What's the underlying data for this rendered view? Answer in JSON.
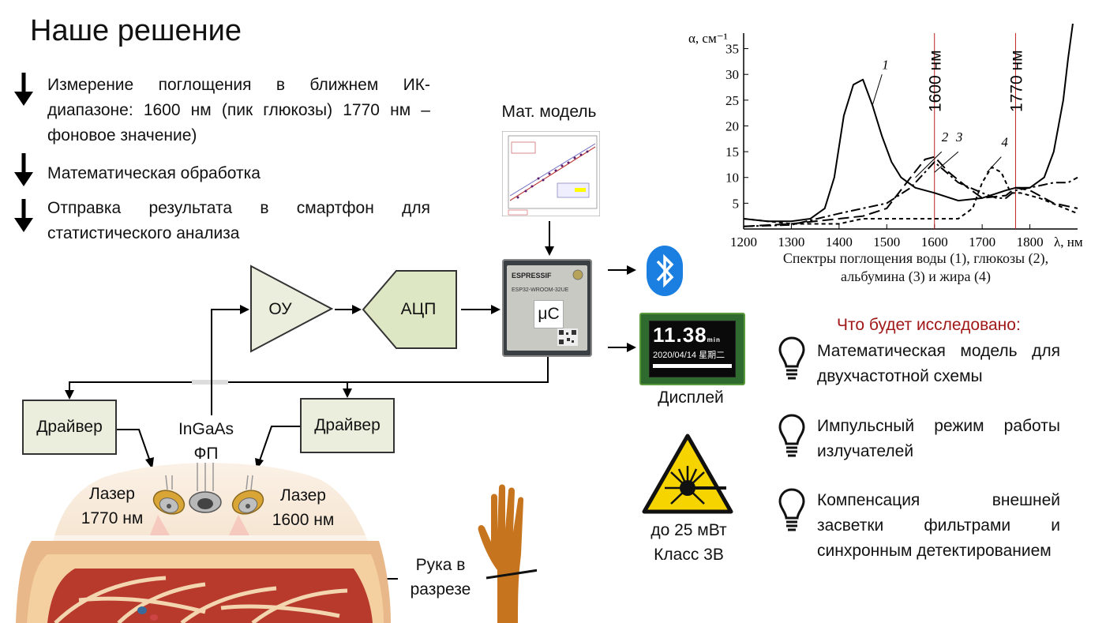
{
  "title": "Наше решение",
  "bullets": [
    "Измерение поглощения в ближнем ИК-диапазоне: 1600 нм (пик глюкозы) 1770 нм – фоновое значение)",
    "Математическая обработка",
    "Отправка результата в смартфон для статистического анализа"
  ],
  "diagram": {
    "math_model_label": "Мат. модель",
    "op_amp_label": "ОУ",
    "adc_label": "АЦП",
    "mcu_label": "μC",
    "mcu_chip_text": "ESPRESSIF",
    "mcu_model_text": "ESP32-WROOM-32UE",
    "driver_left_label": "Драйвер",
    "driver_right_label": "Драйвер",
    "photodiode_label_1": "InGaAs",
    "photodiode_label_2": "ФП",
    "laser_left_label_1": "Лазер",
    "laser_left_label_2": "1770 нм",
    "laser_right_label_1": "Лазер",
    "laser_right_label_2": "1600 нм",
    "display_label": "Дисплей",
    "display_time": "11.38",
    "display_time_sub": "min",
    "display_date": "2020/04/14 星期二",
    "laser_power_label_1": "до 25 мВт",
    "laser_power_label_2": "Класс 3В",
    "arm_label_1": "Рука в",
    "arm_label_2": "разрезе"
  },
  "research": {
    "heading": "Что будет исследовано:",
    "items": [
      "Математическая модель для двухчастотной схемы",
      "Импульсный режим работы излучателей",
      "Компенсация внешней засветки фильтрами и синхронным детектированием"
    ]
  },
  "chart_data": {
    "type": "line",
    "ylabel": "α, см⁻¹",
    "xlabel": "λ, нм",
    "x_ticks": [
      1200,
      1300,
      1400,
      1500,
      1600,
      1700,
      1800
    ],
    "y_ticks": [
      5,
      10,
      15,
      20,
      25,
      30,
      35
    ],
    "xlim": [
      1200,
      1900
    ],
    "ylim": [
      0,
      38
    ],
    "marker_lines": [
      {
        "x": 1600,
        "label": "1600 нм"
      },
      {
        "x": 1770,
        "label": "1770 нм"
      }
    ],
    "series": [
      {
        "name": "1",
        "style": "solid",
        "x": [
          1200,
          1250,
          1300,
          1340,
          1370,
          1390,
          1410,
          1430,
          1450,
          1470,
          1490,
          1510,
          1530,
          1560,
          1600,
          1650,
          1700,
          1750,
          1770,
          1800,
          1830,
          1850,
          1870,
          1880,
          1890
        ],
        "y": [
          2,
          1.5,
          1.5,
          2,
          4,
          10,
          22,
          28,
          29,
          24,
          18,
          13,
          10,
          8,
          7,
          5.5,
          6,
          7.5,
          8,
          8,
          10,
          15,
          25,
          33,
          45
        ]
      },
      {
        "name": "2",
        "style": "dash-dot",
        "x": [
          1200,
          1300,
          1400,
          1450,
          1500,
          1550,
          1600,
          1650,
          1700,
          1730,
          1750,
          1770,
          1800,
          1850,
          1880,
          1900
        ],
        "y": [
          0.5,
          0.8,
          3,
          4,
          5,
          8,
          13,
          9,
          7,
          6,
          6,
          7.5,
          8,
          9,
          9,
          10
        ]
      },
      {
        "name": "3",
        "style": "long-dash",
        "x": [
          1200,
          1300,
          1400,
          1450,
          1500,
          1550,
          1580,
          1600,
          1630,
          1670,
          1700,
          1750,
          1770,
          1800,
          1850,
          1900
        ],
        "y": [
          0.5,
          1,
          2,
          2.5,
          4,
          10,
          13.5,
          14,
          11,
          8,
          6,
          6.5,
          8,
          7.5,
          5,
          4
        ]
      },
      {
        "name": "4",
        "style": "short-dash",
        "x": [
          1200,
          1300,
          1400,
          1450,
          1500,
          1550,
          1600,
          1650,
          1680,
          1700,
          1720,
          1740,
          1760,
          1780,
          1820,
          1860,
          1900
        ],
        "y": [
          2,
          1,
          1,
          2,
          2,
          2,
          2,
          2,
          4,
          9,
          12,
          11,
          7,
          7,
          6,
          4.5,
          3
        ]
      }
    ],
    "caption_line1": "Спектры поглощения воды (1), глюкозы (2),",
    "caption_line2": "альбумина (3) и жира (4)"
  }
}
